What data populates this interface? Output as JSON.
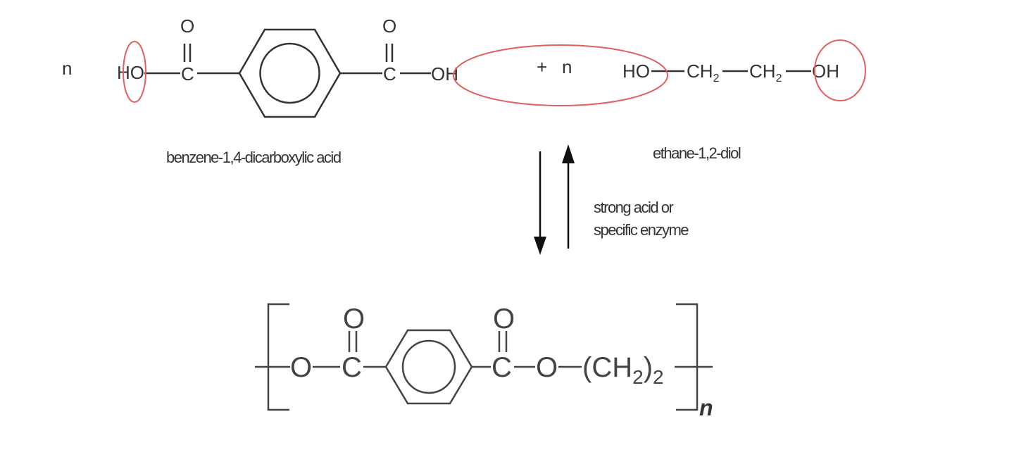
{
  "colors": {
    "ink": "#333333",
    "highlight": "#e06060"
  },
  "reactants": {
    "coefficient_left": "n",
    "acid": {
      "left_group": "HO",
      "carbon_1": "C",
      "oxygen_1": "O",
      "carbon_2": "C",
      "oxygen_2": "O",
      "right_group": "OH",
      "name": "benzene-1,4-dicarboxylic acid"
    },
    "plus": "+",
    "coefficient_right": "n",
    "diol": {
      "left_group": "HO",
      "ch2_a": {
        "main": "CH",
        "sub": "2"
      },
      "ch2_b": {
        "main": "CH",
        "sub": "2"
      },
      "right_group": "OH",
      "name": "ethane-1,2-diol"
    }
  },
  "conditions": {
    "line1": "strong acid or",
    "line2": "specific enzyme"
  },
  "polymer": {
    "o_left": "O",
    "carbon_1": "C",
    "oxygen_1": "O",
    "carbon_2": "C",
    "oxygen_2": "O",
    "o_right": "O",
    "paren_open": "(",
    "ch": "CH",
    "ch_sub": "2",
    "paren_close": ")",
    "outer_sub": "2",
    "repeat": "n"
  }
}
